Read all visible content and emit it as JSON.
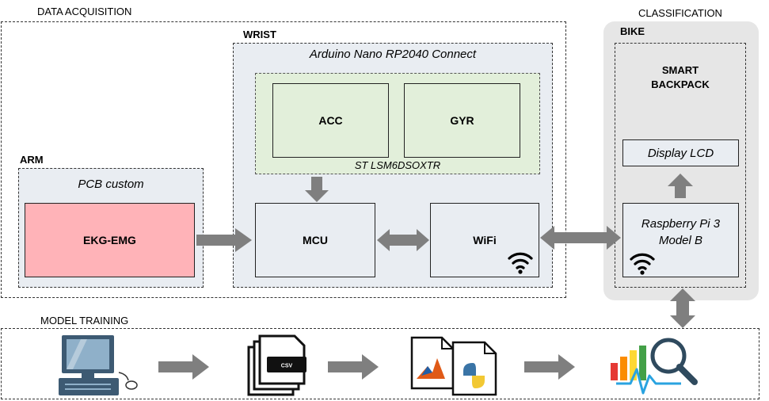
{
  "sections": {
    "data_acquisition": "DATA ACQUISITION",
    "classification": "CLASSIFICATION",
    "model_training": "MODEL TRAINING"
  },
  "arm": {
    "title": "ARM",
    "board": "PCB custom",
    "sensor": "EKG-EMG"
  },
  "wrist": {
    "title": "WRIST",
    "board": "Arduino Nano RP2040 Connect",
    "imu_chip": "ST LSM6DSOXTR",
    "acc": "ACC",
    "gyr": "GYR",
    "mcu": "MCU",
    "wifi": "WiFi"
  },
  "bike": {
    "title": "BIKE",
    "backpack_line1": "SMART",
    "backpack_line2": "BACKPACK",
    "display": "Display LCD",
    "rpi_line1": "Raspberry Pi 3",
    "rpi_line2": "Model B"
  },
  "training": {
    "csv_label": "CSV"
  },
  "icons": [
    "computer-icon",
    "csv-files-icon",
    "matlab-python-icon",
    "analytics-magnifier-icon",
    "wifi-icon"
  ],
  "colors": {
    "group_fill": "#e9edf2",
    "imu_fill": "#e2efda",
    "acc_fill": "#e2efda",
    "emg_fill": "#ffb3b8",
    "bike_fill": "#e6e6e6",
    "arrow": "#7f7f7f"
  }
}
